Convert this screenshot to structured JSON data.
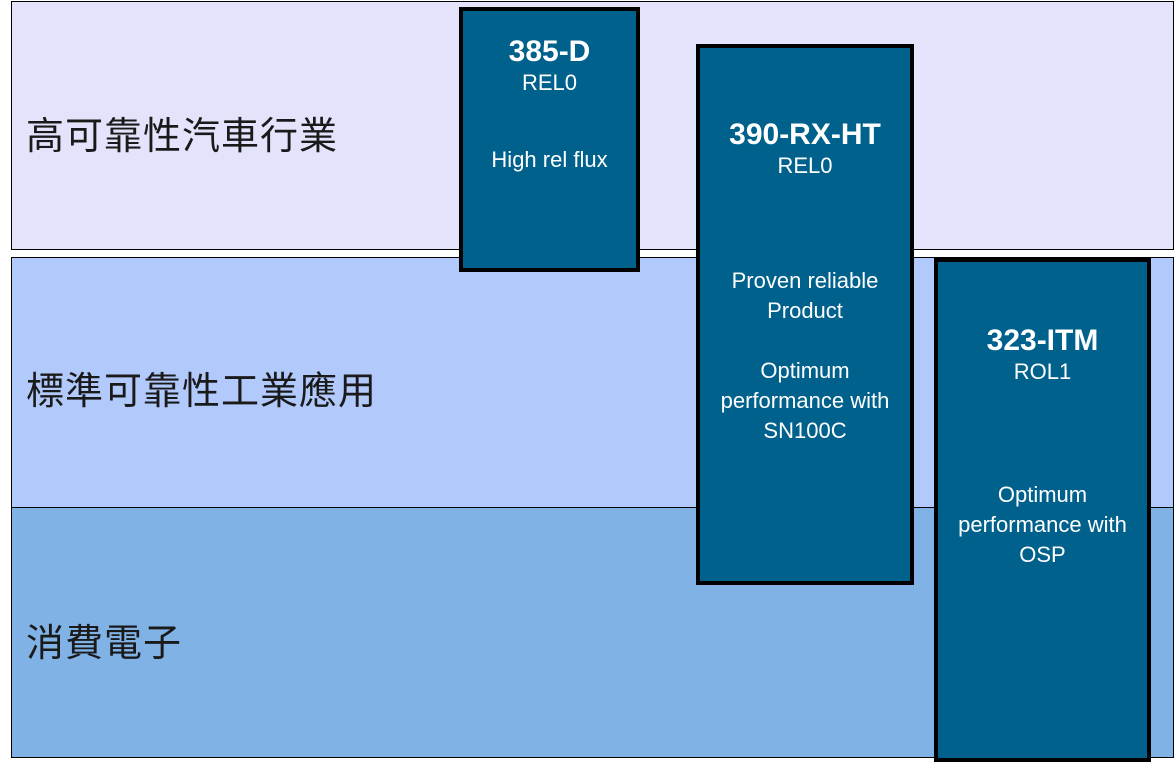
{
  "colors": {
    "band_automotive": "#e3e3fc",
    "band_industrial": "#b2c9fc",
    "band_consumer": "#80b2e6",
    "card_fill": "#00618c",
    "border": "#000000"
  },
  "bands": [
    {
      "label": "高可靠性汽車行業"
    },
    {
      "label": "標準可靠性工業應用"
    },
    {
      "label": "消費電子"
    }
  ],
  "products": [
    {
      "name": "385-D",
      "grade": "REL0",
      "description": "High rel flux"
    },
    {
      "name": "390-RX-HT",
      "grade": "REL0",
      "description": "Proven reliable\nProduct\n\nOptimum\nperformance with\nSN100C"
    },
    {
      "name": "323-ITM",
      "grade": "ROL1",
      "description": "Optimum\nperformance with\nOSP"
    }
  ]
}
